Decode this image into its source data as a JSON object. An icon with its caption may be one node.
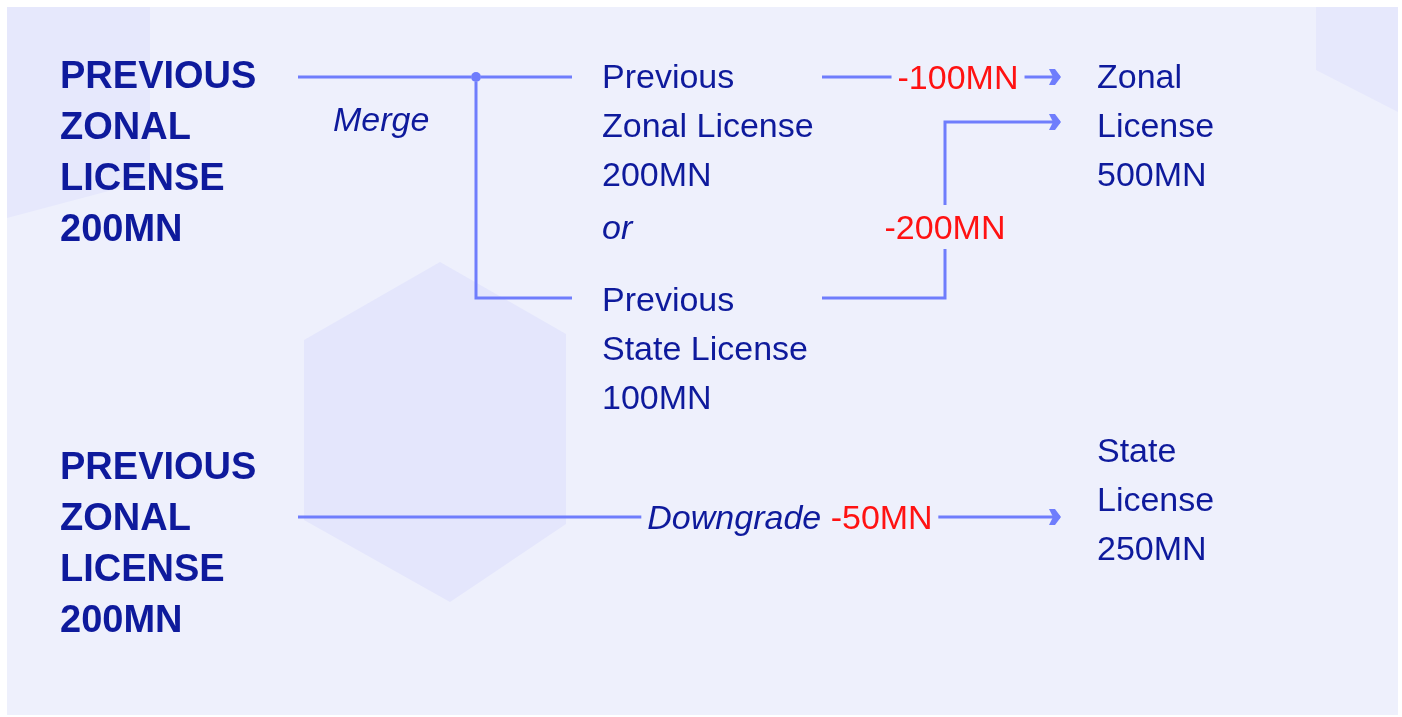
{
  "diagram": {
    "nodes": [
      {
        "text": [
          "PREVIOUS ZONAL LICENSE 200MN"
        ]
      },
      {
        "text": [],
        "shape": "circle"
      },
      {
        "text": [
          "Previous Zonal License 200MN"
        ]
      },
      {
        "text": [
          "Previous State License 100MN"
        ]
      },
      {
        "text": [
          "Zonal License 500MN"
        ]
      },
      {
        "text": [
          "PREVIOUS ZONAL LICENSE 200MN"
        ]
      },
      {
        "text": [
          "State License 250MN"
        ]
      }
    ],
    "edges": [
      {
        "from": 0,
        "to": 1,
        "arrow": "none"
      },
      {
        "from": 1,
        "to": 2,
        "arrow": "none"
      },
      {
        "from": 1,
        "to": 3,
        "arrow": "none"
      },
      {
        "from": 2,
        "to": 4,
        "arrow": "to",
        "label": "-100MN"
      },
      {
        "from": 3,
        "to": 4,
        "arrow": "to",
        "label": "-200MN"
      },
      {
        "from": 5,
        "to": 6,
        "arrow": "to",
        "label": "*Downgrade* -50MN"
      }
    ],
    "labels": [
      "Merge",
      "or"
    ]
  }
}
